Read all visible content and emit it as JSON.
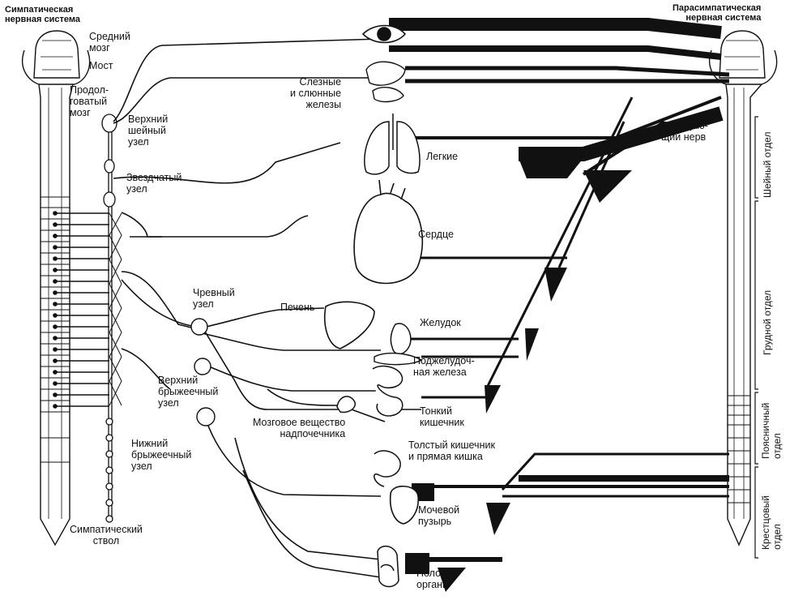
{
  "headers": {
    "sympathetic": "Симпатическая\nнервная система",
    "parasympathetic": "Парасимпатическая\nнервная система"
  },
  "brain_labels": {
    "midbrain": "Средний\nмозг",
    "pons": "Мост",
    "medulla": "Продол-\nговатый\nмозг"
  },
  "ganglia": {
    "superior_cervical": "Верхний\nшейный\nузел",
    "stellate": "Звездчатый\nузел",
    "celiac": "Чревный\nузел",
    "superior_mesenteric": "Верхний\nбрыжеечный\nузел",
    "inferior_mesenteric": "Нижний\nбрыжеечный\nузел",
    "sympathetic_trunk": "Симпатический\nствол"
  },
  "organs": {
    "glands": "Слезные\nи слюнные\nжелезы",
    "lungs": "Легкие",
    "heart": "Сердце",
    "liver": "Печень",
    "stomach": "Желудок",
    "pancreas": "Поджелудоч-\nная железа",
    "small_intestine": "Тонкий\nкишечник",
    "adrenal": "Мозговое вещество\nнадпочечника",
    "large_intestine": "Толстый кишечник\nи прямая кишка",
    "bladder": "Мочевой\nпузырь",
    "genitals": "Половые\nорганы"
  },
  "nerves": {
    "vagus": "Блуждаю-\nщий нерв"
  },
  "spine_sections": {
    "cervical": "Шейный отдел",
    "thoracic": "Грудной отдел",
    "lumbar": "Поясничный\nотдел",
    "sacral": "Крестцовый\nотдел"
  },
  "colors": {
    "ink": "#111111",
    "paper": "#ffffff"
  }
}
